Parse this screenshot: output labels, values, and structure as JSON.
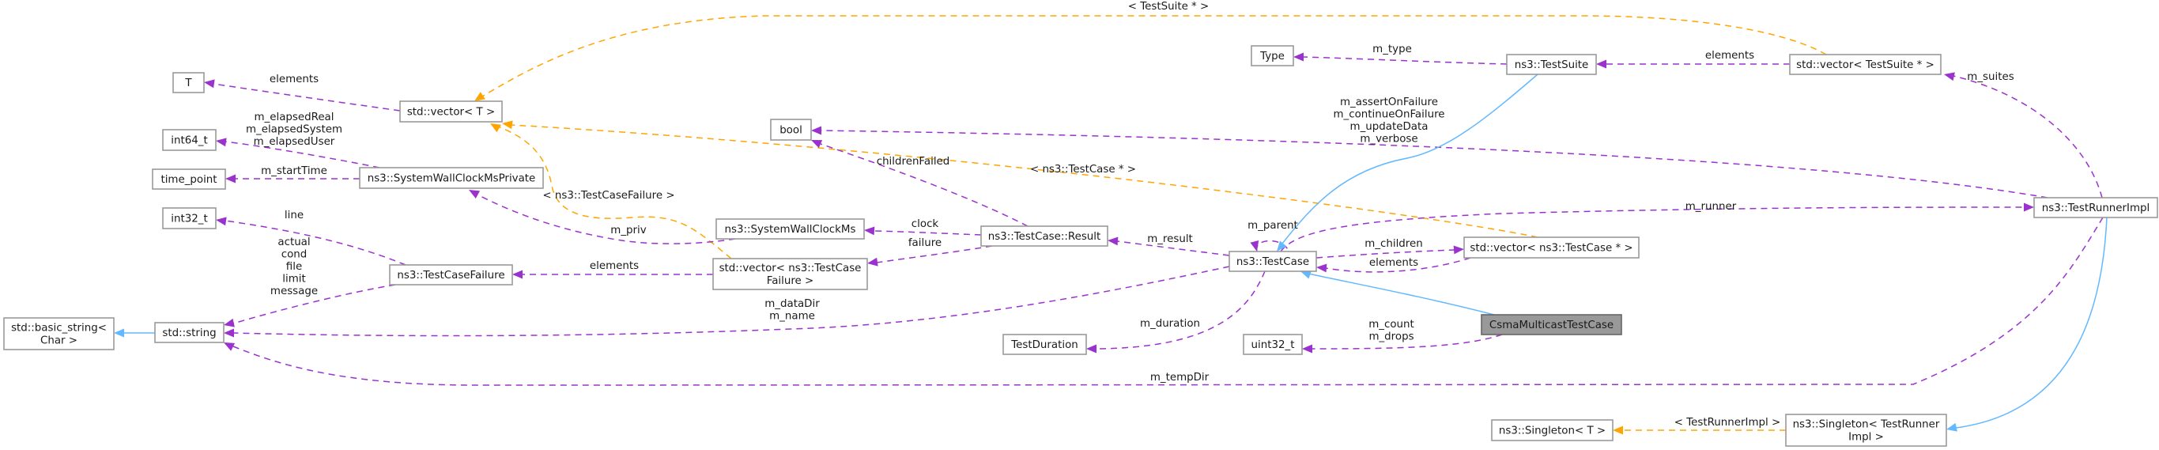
{
  "title": "CsmaMulticastTestCase collaboration graph",
  "colors": {
    "usage": "#9a32cd",
    "template": "#ffa500",
    "inherit": "#63b8ff",
    "node_border": "#999999",
    "focus_fill": "#999999"
  },
  "nodes": {
    "T": [
      "T"
    ],
    "int64_t": [
      "int64_t"
    ],
    "time_point": [
      "time_point"
    ],
    "int32_t": [
      "int32_t"
    ],
    "basic_string": [
      "std::basic_string<",
      "Char >"
    ],
    "string": [
      "std::string"
    ],
    "vector_T": [
      "std::vector< T >"
    ],
    "swcm_private": [
      "ns3::SystemWallClockMsPrivate"
    ],
    "testcasefailure": [
      "ns3::TestCaseFailure"
    ],
    "bool": [
      "bool"
    ],
    "swcm": [
      "ns3::SystemWallClockMs"
    ],
    "vector_tcf": [
      "std::vector< ns3::TestCase",
      "Failure >"
    ],
    "result": [
      "ns3::TestCase::Result"
    ],
    "testduration": [
      "TestDuration"
    ],
    "type": [
      "Type"
    ],
    "testcase": [
      "ns3::TestCase"
    ],
    "uint32_t": [
      "uint32_t"
    ],
    "testsuite": [
      "ns3::TestSuite"
    ],
    "vector_tc": [
      "std::vector< ns3::TestCase * >"
    ],
    "csma": [
      "CsmaMulticastTestCase"
    ],
    "singleton_T": [
      "ns3::Singleton< T >"
    ],
    "vector_ts": [
      "std::vector< TestSuite * >"
    ],
    "singleton_tri": [
      "ns3::Singleton< TestRunner",
      "Impl >"
    ],
    "testrunnerimpl": [
      "ns3::TestRunnerImpl"
    ]
  },
  "edges": {
    "vecT_T": [
      "elements"
    ],
    "swcmp_int64": [
      "m_elapsedReal",
      "m_elapsedSystem",
      "m_elapsedUser"
    ],
    "swcmp_tp": [
      "m_startTime"
    ],
    "tcf_int32": [
      "line"
    ],
    "tcf_string": [
      "actual",
      "cond",
      "file",
      "limit",
      "message"
    ],
    "string_basic": [],
    "vts_vecT": [
      "< TestSuite * >"
    ],
    "vtc_vecT": [
      "< ns3::TestCase * >"
    ],
    "vtcf_vecT": [
      "< ns3::TestCaseFailure >"
    ],
    "swcm_swcmp": [
      "m_priv"
    ],
    "vtcf_tcf": [
      "elements"
    ],
    "result_bool": [
      "childrenFailed"
    ],
    "result_swcm": [
      "clock"
    ],
    "result_vtcf": [
      "failure"
    ],
    "tc_result": [
      "m_result"
    ],
    "tc_string": [
      "m_dataDir",
      "m_name"
    ],
    "tc_duration": [
      "m_duration"
    ],
    "tc_self": [
      "m_parent"
    ],
    "tc_vtc": [
      "m_children"
    ],
    "vtc_tc": [
      "elements"
    ],
    "tri_tc": [
      "m_runner"
    ],
    "tri_bool": [
      "m_assertOnFailure",
      "m_continueOnFailure",
      "m_updateData",
      "m_verbose"
    ],
    "tri_string": [
      "m_tempDir"
    ],
    "tri_vts": [
      "m_suites"
    ],
    "ts_type": [
      "m_type"
    ],
    "vts_ts": [
      "elements"
    ],
    "ts_tc": [],
    "csma_tc": [],
    "csma_uint32": [
      "m_count",
      "m_drops"
    ],
    "sing_singT": [
      "< TestRunnerImpl >"
    ],
    "tri_sing": []
  }
}
